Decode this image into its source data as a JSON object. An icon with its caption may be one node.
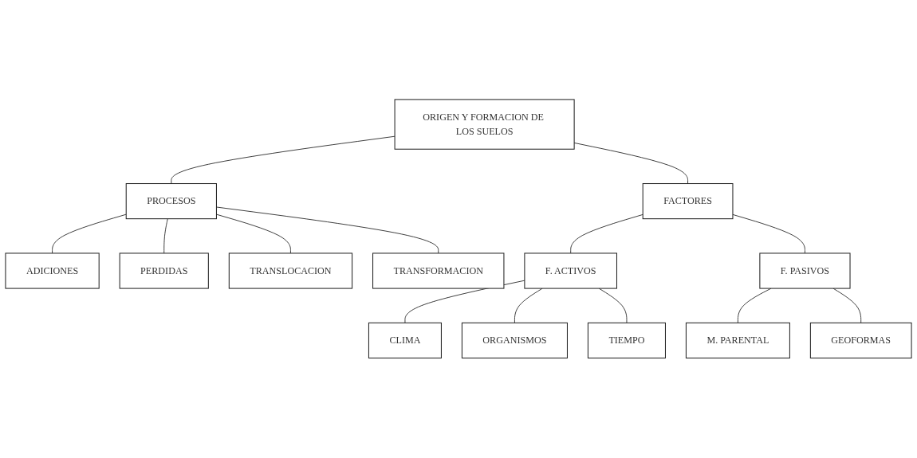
{
  "diagram": {
    "nodes": [
      {
        "text": [
          "ORIGEN Y FORMACION DE LOS SUELOS"
        ]
      },
      {
        "text": [
          "FACTORES"
        ]
      },
      {
        "text": [
          "PROCESOS"
        ]
      },
      {
        "text": [
          "ADICIONES"
        ]
      },
      {
        "text": [
          "PERDIDAS"
        ]
      },
      {
        "text": [
          "TRANSLOCACION"
        ]
      },
      {
        "text": [
          "TRANSFORMACION"
        ]
      },
      {
        "text": [
          "F. ACTIVOS"
        ]
      },
      {
        "text": [
          "F. PASIVOS"
        ]
      },
      {
        "text": [
          "CLIMA"
        ]
      },
      {
        "text": [
          "ORGANISMOS"
        ]
      },
      {
        "text": [
          "TIEMPO"
        ]
      },
      {
        "text": [
          "M. PARENTAL"
        ]
      },
      {
        "text": [
          "GEOFORMAS"
        ]
      }
    ],
    "edges": [
      {
        "from": 0,
        "to": 1,
        "arrow": "none"
      },
      {
        "from": 1,
        "to": 7,
        "arrow": "none"
      },
      {
        "from": 1,
        "to": 8,
        "arrow": "none"
      },
      {
        "from": 7,
        "to": 9,
        "arrow": "none"
      },
      {
        "from": 7,
        "to": 10,
        "arrow": "none"
      },
      {
        "from": 7,
        "to": 11,
        "arrow": "none"
      },
      {
        "from": 8,
        "to": 12,
        "arrow": "none"
      },
      {
        "from": 8,
        "to": 13,
        "arrow": "none"
      },
      {
        "from": 0,
        "to": 2,
        "arrow": "none"
      },
      {
        "from": 2,
        "to": 3,
        "arrow": "none"
      },
      {
        "from": 2,
        "to": 4,
        "arrow": "none"
      },
      {
        "from": 2,
        "to": 5,
        "arrow": "none"
      },
      {
        "from": 2,
        "to": 6,
        "arrow": "none"
      }
    ]
  }
}
